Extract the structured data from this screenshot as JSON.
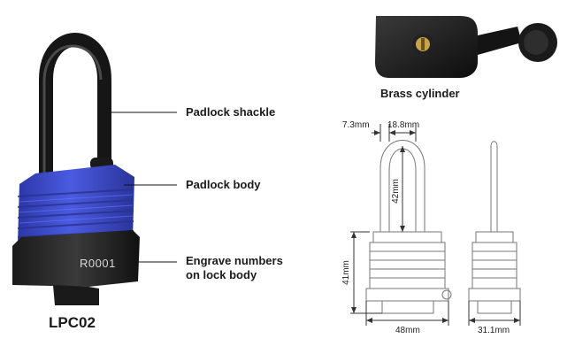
{
  "product": {
    "model": "LPC02",
    "engraving": "R0001"
  },
  "callouts": {
    "shackle": "Padlock shackle",
    "body": "Padlock body",
    "engrave_line1": "Engrave numbers",
    "engrave_line2": "on lock body",
    "cylinder": "Brass cylinder"
  },
  "dimensions": {
    "gap": "7.3mm",
    "inner_width": "18.8mm",
    "shackle_height": "42mm",
    "body_height": "41mm",
    "body_width": "48mm",
    "body_depth": "31.1mm"
  },
  "colors": {
    "body_blue": "#3f4fd0",
    "cover_black": "#111111"
  }
}
